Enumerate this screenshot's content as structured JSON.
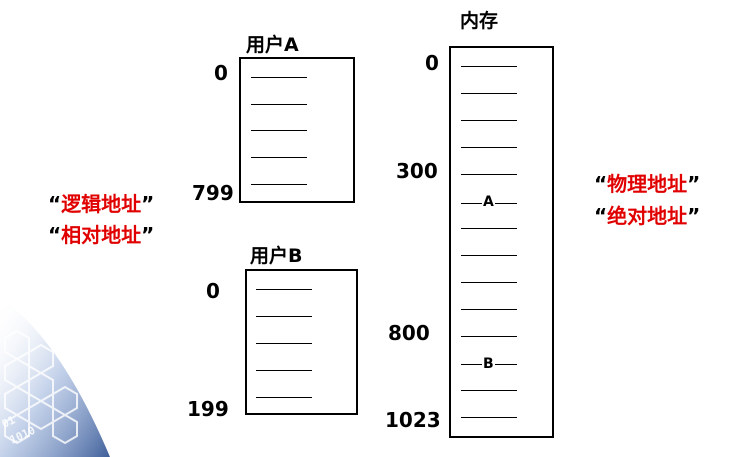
{
  "user_a": {
    "title": "用户A",
    "start": "0",
    "end": "799",
    "slot_count": 5
  },
  "user_b": {
    "title": "用户B",
    "start": "0",
    "end": "199",
    "slot_count": 5
  },
  "memory": {
    "title": "内存",
    "addr_0": "0",
    "addr_300": "300",
    "addr_800": "800",
    "addr_1023": "1023",
    "slot_count": 14,
    "slot_a_label": "A",
    "slot_b_label": "B"
  },
  "logical": {
    "line1": "逻辑地址",
    "line2": "相对地址"
  },
  "physical": {
    "line1": "物理地址",
    "line2": "绝对地址"
  },
  "quotes": {
    "open": "“",
    "close": "”"
  },
  "colors": {
    "accent_red": "#e00000",
    "top_fragment": "#cc00cc",
    "deco_blue": "#5b7bb3"
  }
}
